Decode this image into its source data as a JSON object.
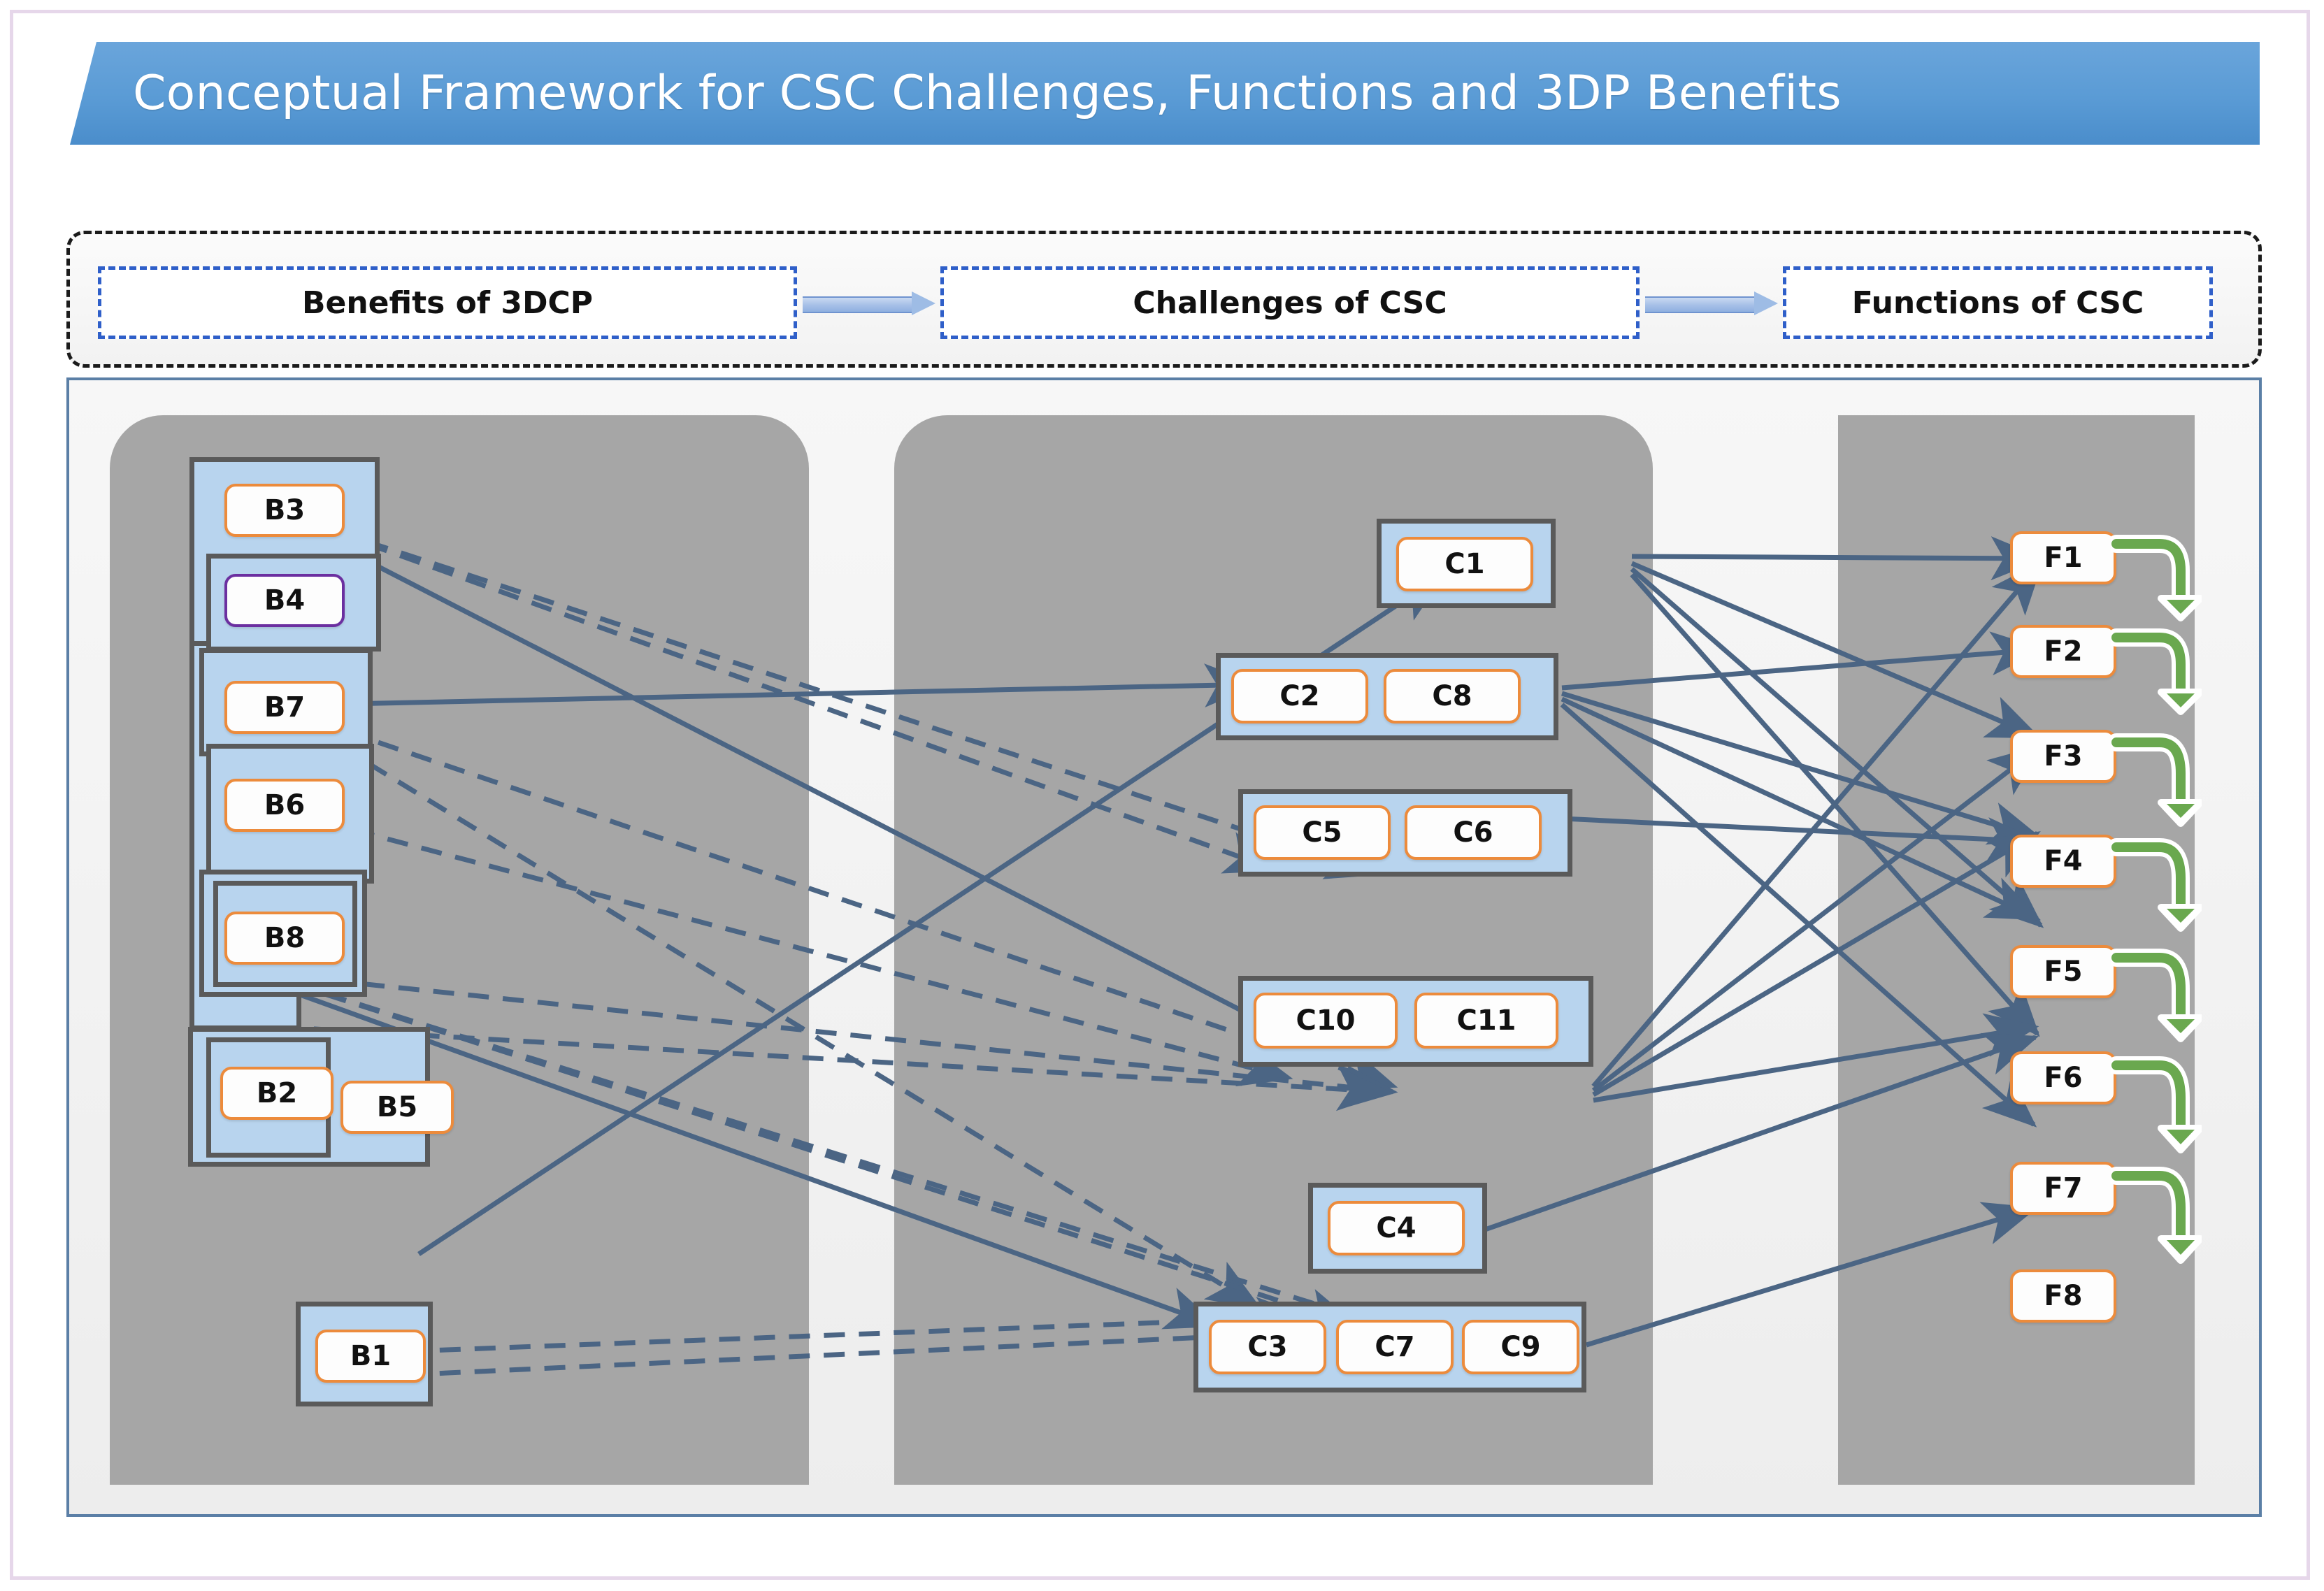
{
  "title": "Conceptual Framework for CSC Challenges, Functions and 3DP Benefits",
  "header": {
    "benefits_label": "Benefits of 3DCP",
    "challenges_label": "Challenges of CSC",
    "functions_label": "Functions of CSC",
    "arrow_1": "arrow-right",
    "arrow_2": "arrow-right"
  },
  "colors": {
    "banner": "#5a9bd5",
    "panel_gray": "#a6a6a6",
    "group_blue": "#b8d4ee",
    "pill_border": "#ec8b3c",
    "pill_border_highlight": "#6b2fa0",
    "edge": "#4b6584",
    "loop_arrow": "#6aa84f",
    "frame": "#e6d7ea",
    "header_dash": "#2f5fc9"
  },
  "benefits": {
    "nodes": [
      {
        "id": "B3",
        "label": "B3"
      },
      {
        "id": "B4",
        "label": "B4",
        "highlight": true
      },
      {
        "id": "B7",
        "label": "B7"
      },
      {
        "id": "B6",
        "label": "B6"
      },
      {
        "id": "B8",
        "label": "B8"
      },
      {
        "id": "B2",
        "label": "B2"
      },
      {
        "id": "B5",
        "label": "B5"
      },
      {
        "id": "B1",
        "label": "B1"
      }
    ]
  },
  "challenges": {
    "nodes": [
      {
        "id": "C1",
        "label": "C1"
      },
      {
        "id": "C2",
        "label": "C2"
      },
      {
        "id": "C8",
        "label": "C8"
      },
      {
        "id": "C5",
        "label": "C5"
      },
      {
        "id": "C6",
        "label": "C6"
      },
      {
        "id": "C10",
        "label": "C10"
      },
      {
        "id": "C11",
        "label": "C11"
      },
      {
        "id": "C4",
        "label": "C4"
      },
      {
        "id": "C3",
        "label": "C3"
      },
      {
        "id": "C7",
        "label": "C7"
      },
      {
        "id": "C9",
        "label": "C9"
      }
    ],
    "groups": [
      [
        "C1"
      ],
      [
        "C2",
        "C8"
      ],
      [
        "C5",
        "C6"
      ],
      [
        "C10",
        "C11"
      ],
      [
        "C4"
      ],
      [
        "C3",
        "C7",
        "C9"
      ]
    ]
  },
  "functions": {
    "nodes": [
      {
        "id": "F1",
        "label": "F1",
        "loop": true
      },
      {
        "id": "F2",
        "label": "F2",
        "loop": true
      },
      {
        "id": "F3",
        "label": "F3",
        "loop": true
      },
      {
        "id": "F4",
        "label": "F4",
        "loop": true
      },
      {
        "id": "F5",
        "label": "F5",
        "loop": true
      },
      {
        "id": "F6",
        "label": "F6",
        "loop": true
      },
      {
        "id": "F7",
        "label": "F7",
        "loop": true
      },
      {
        "id": "F8",
        "label": "F8",
        "loop": false
      }
    ]
  },
  "edges": {
    "dashed_benefit_to_challenge": [
      {
        "from": "B4group",
        "to": "C5"
      },
      {
        "from": "B4group",
        "to": "C6"
      },
      {
        "from": "B7",
        "to": "C11"
      },
      {
        "from": "B7",
        "to": "C3"
      },
      {
        "from": "B6",
        "to": "C10"
      },
      {
        "from": "B8",
        "to": "C9"
      },
      {
        "from": "B8",
        "to": "C11"
      },
      {
        "from": "B8",
        "to": "C7"
      },
      {
        "from": "B1",
        "to": "C7"
      },
      {
        "from": "B1",
        "to": "C9"
      }
    ],
    "solid_benefit_to_challenge": [
      {
        "from": "B4group",
        "to": "C4"
      },
      {
        "from": "B7",
        "to": "C2"
      },
      {
        "from": "B8",
        "to": "C3"
      },
      {
        "from": "B5",
        "to": "C1"
      }
    ],
    "solid_challenge_to_function": [
      {
        "from": "C1",
        "to": "F1"
      },
      {
        "from": "C1",
        "to": "F3"
      },
      {
        "from": "C1",
        "to": "F5"
      },
      {
        "from": "C1",
        "to": "F6"
      },
      {
        "from": "C8",
        "to": "F2"
      },
      {
        "from": "C8",
        "to": "F4"
      },
      {
        "from": "C8",
        "to": "F5"
      },
      {
        "from": "C8",
        "to": "F7"
      },
      {
        "from": "C6",
        "to": "F4"
      },
      {
        "from": "C11",
        "to": "F1"
      },
      {
        "from": "C11",
        "to": "F3"
      },
      {
        "from": "C11",
        "to": "F4"
      },
      {
        "from": "C11",
        "to": "F6"
      },
      {
        "from": "C4",
        "to": "F6"
      },
      {
        "from": "C9",
        "to": "F7"
      }
    ]
  }
}
